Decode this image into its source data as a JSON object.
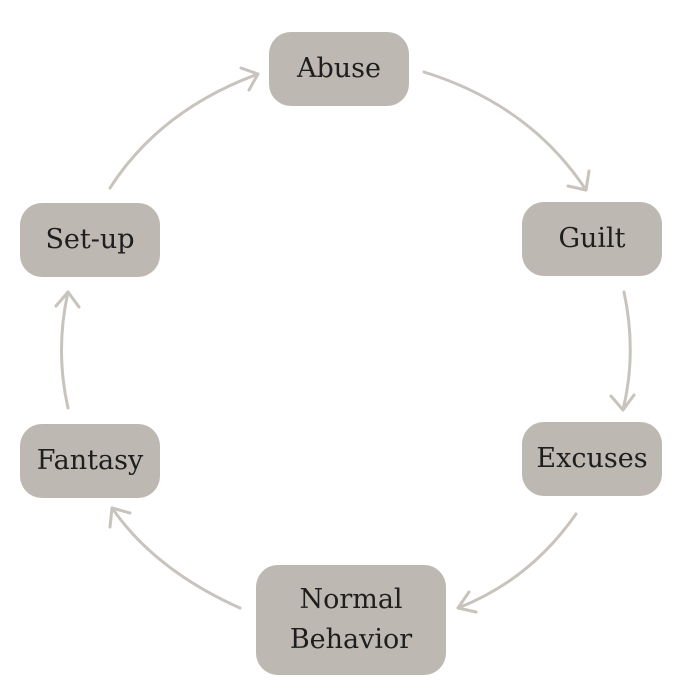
{
  "diagram": {
    "type": "cycle",
    "colors": {
      "node_fill": "#bdb8b1",
      "arrow": "#c8c4bd",
      "text": "#1e1e1e"
    },
    "nodes": {
      "abuse": "Abuse",
      "guilt": "Guilt",
      "excuses": "Excuses",
      "normal_line1": "Normal",
      "normal_line2": "Behavior",
      "fantasy": "Fantasy",
      "setup": "Set-up"
    }
  }
}
